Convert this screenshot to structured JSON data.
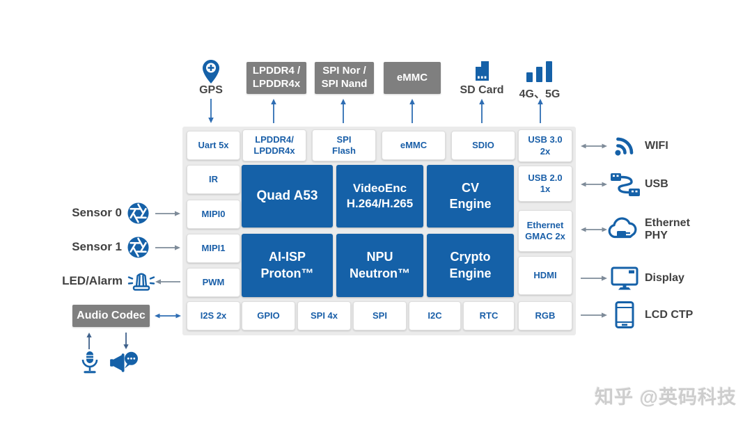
{
  "colors": {
    "primary_blue": "#1561a8",
    "port_text_blue": "#1a5fa8",
    "gray_box": "#7f7f7f",
    "soc_background": "#ebebeb",
    "label_dark": "#414141",
    "arrow_blue": "#2e6db3",
    "arrow_gray": "#7e8b99",
    "watermark_gray": "#cdcdcd"
  },
  "external_top": {
    "gps_label": "GPS",
    "lpddr_label": "LPDDR4 /\nLPDDR4x",
    "spi_label": "SPI Nor /\nSPI Nand",
    "emmc_label": "eMMC",
    "sd_label": "SD Card",
    "cellular_label": "4G、5G"
  },
  "soc": {
    "io_top": [
      "Uart 5x",
      "LPDDR4/\nLPDDR4x",
      "SPI\nFlash",
      "eMMC",
      "SDIO",
      "USB 3.0\n2x"
    ],
    "io_left": [
      "IR",
      "MIPI0",
      "MIPI1",
      "PWM"
    ],
    "cores": [
      "Quad A53",
      "VideoEnc\nH.264/H.265",
      "CV\nEngine",
      "AI-ISP\nProton™",
      "NPU\nNeutron™",
      "Crypto\nEngine"
    ],
    "io_right": [
      "USB 2.0\n1x",
      "Ethernet\nGMAC 2x",
      "HDMI"
    ],
    "io_bottom": [
      "I2S 2x",
      "GPIO",
      "SPI 4x",
      "SPI",
      "I2C",
      "RTC",
      "RGB"
    ]
  },
  "left_side": {
    "sensor0_label": "Sensor 0",
    "sensor1_label": "Sensor 1",
    "led_alarm_label": "LED/Alarm",
    "audio_codec_label": "Audio Codec"
  },
  "right_side": {
    "wifi_label": "WIFI",
    "usb_label": "USB",
    "ethernet_label": "Ethernet\nPHY",
    "display_label": "Display",
    "lcd_label": "LCD CTP"
  },
  "watermark": "知乎 @英码科技",
  "icons": {
    "gps": "map-pin-plus-icon",
    "sd_card": "sd-card-icon",
    "cellular": "signal-bars-icon",
    "sensor": "camera-aperture-icon",
    "led_alarm": "siren-light-icon",
    "audio_in": "microphone-icon",
    "audio_out": "megaphone-speech-icon",
    "wifi": "wifi-waves-icon",
    "usb": "usb-cable-icon",
    "ethernet": "cloud-plug-icon",
    "display": "monitor-icon",
    "lcd": "touch-panel-icon"
  }
}
